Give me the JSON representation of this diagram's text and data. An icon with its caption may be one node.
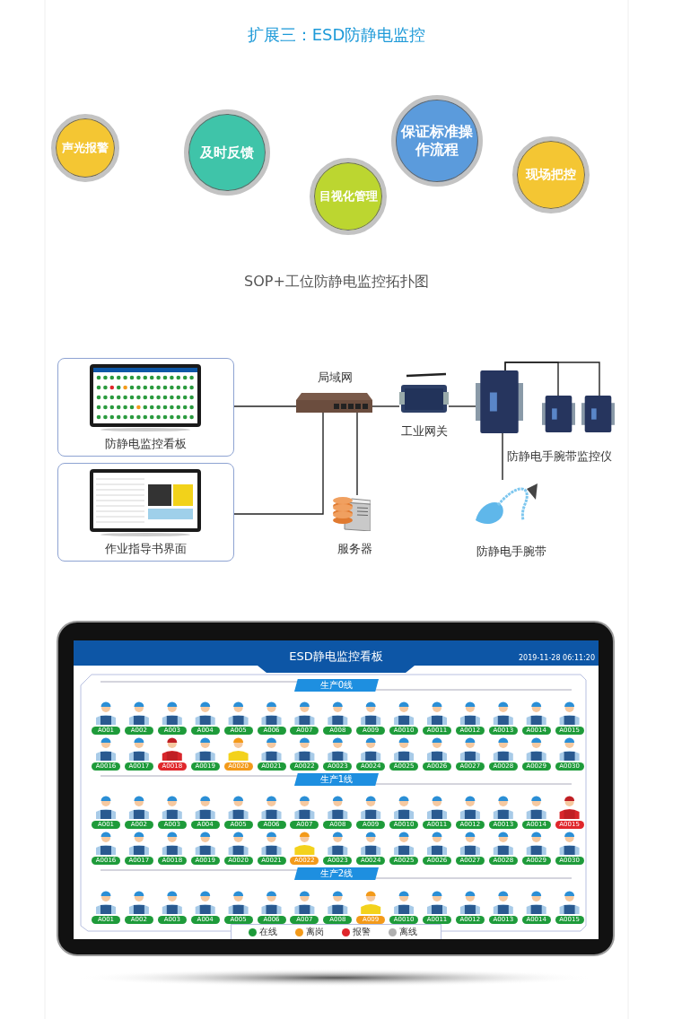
{
  "diagram": {
    "title": "扩展三：ESD防静电监控",
    "nodes": [
      {
        "text": [
          "声光报警"
        ]
      },
      {
        "text": [
          "及时反馈"
        ]
      },
      {
        "text": [
          "目视化管理"
        ]
      },
      {
        "text": [
          "保证标准操作流程"
        ]
      },
      {
        "text": [
          "现场把控"
        ]
      },
      {
        "text": [
          "防静电监控看板"
        ]
      },
      {
        "text": [
          "作业指导书界面"
        ]
      },
      {
        "text": [],
        "shape": "picture",
        "beside": [
          "局域网"
        ]
      },
      {
        "text": [],
        "shape": "picture",
        "beside": [
          "工业网关"
        ]
      },
      {
        "text": [],
        "shape": "picture",
        "beside": [
          "服务器"
        ]
      },
      {
        "text": [],
        "shape": "picture",
        "beside": [
          "防静电手腕带监控仪"
        ]
      },
      {
        "text": [],
        "shape": "picture"
      },
      {
        "text": [],
        "shape": "picture"
      },
      {
        "text": [],
        "shape": "picture",
        "beside": [
          "防静电手腕带"
        ]
      },
      {
        "text": [
          "ESD静电监控看板",
          "2019-11-28 06:11:20"
        ]
      }
    ],
    "edges": [
      {
        "from": 5,
        "to": 7,
        "arrow": "none"
      },
      {
        "from": 6,
        "to": 7,
        "arrow": "none"
      },
      {
        "from": 7,
        "to": 9,
        "arrow": "none"
      },
      {
        "from": 7,
        "to": 8,
        "arrow": "none"
      },
      {
        "from": 8,
        "to": 10,
        "arrow": "none"
      },
      {
        "from": 10,
        "to": 11,
        "arrow": "none"
      },
      {
        "from": 10,
        "to": 12,
        "arrow": "none"
      },
      {
        "from": 10,
        "to": 13,
        "arrow": "none"
      }
    ],
    "labels": [
      "SOP+工位防静电监控拓扑图",
      "生产0线",
      "A001",
      "A002",
      "A003",
      "A004",
      "A005",
      "A006",
      "A007",
      "A008",
      "A009",
      "A0010",
      "A0011",
      "A0012",
      "A0013",
      "A0014",
      "A0015",
      "A0016",
      "A0017",
      "A0018",
      "A0019",
      "A0020",
      "A0021",
      "A0022",
      "A0023",
      "A0024",
      "A0025",
      "A0026",
      "A0027",
      "A0028",
      "A0029",
      "A0030",
      "生产1线",
      "A001",
      "A002",
      "A003",
      "A004",
      "A005",
      "A006",
      "A007",
      "A008",
      "A009",
      "A0010",
      "A0011",
      "A0012",
      "A0013",
      "A0014",
      "A0015",
      "A0016",
      "A0017",
      "A0018",
      "A0019",
      "A0020",
      "A0021",
      "A0022",
      "A0023",
      "A0024",
      "A0025",
      "A0026",
      "A0027",
      "A0028",
      "A0029",
      "A0030",
      "生产2线",
      "A001",
      "A002",
      "A003",
      "A004",
      "A005",
      "A006",
      "A007",
      "A008",
      "A009",
      "A0010",
      "A0011",
      "A0012",
      "A0013",
      "A0014",
      "A0015"
    ],
    "legend": [
      {
        "text": "在线",
        "color": "#1e9b3a"
      },
      {
        "text": "离岗",
        "color": "#f39a1a"
      },
      {
        "text": "报警",
        "color": "#e0262b"
      },
      {
        "text": "离线",
        "color": "#b0b0b0"
      }
    ]
  }
}
